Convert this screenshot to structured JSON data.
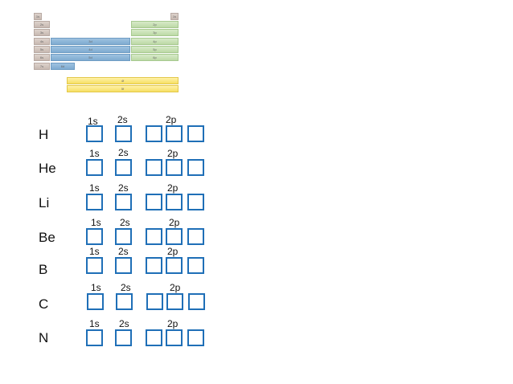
{
  "periodic_table": {
    "s_labels": [
      "1s",
      "2s",
      "3s",
      "4s",
      "5s",
      "6s",
      "7s"
    ],
    "s_right_label": "1s",
    "p_labels": [
      "2p",
      "3p",
      "4p",
      "5p",
      "6p"
    ],
    "d_labels": [
      "3d",
      "4d",
      "5d",
      "6d"
    ],
    "f_labels": [
      "4f",
      "5f"
    ],
    "colors": {
      "s": "#c7b9b1",
      "p": "#bcd9a6",
      "d": "#7fabd1",
      "f": "#f6df63"
    }
  },
  "orbital_labels": {
    "s1": "1s",
    "s2": "2s",
    "p2": "2p"
  },
  "elements": [
    "H",
    "He",
    "Li",
    "Be",
    "B",
    "C",
    "N"
  ],
  "box_color": "#1f6fb7"
}
